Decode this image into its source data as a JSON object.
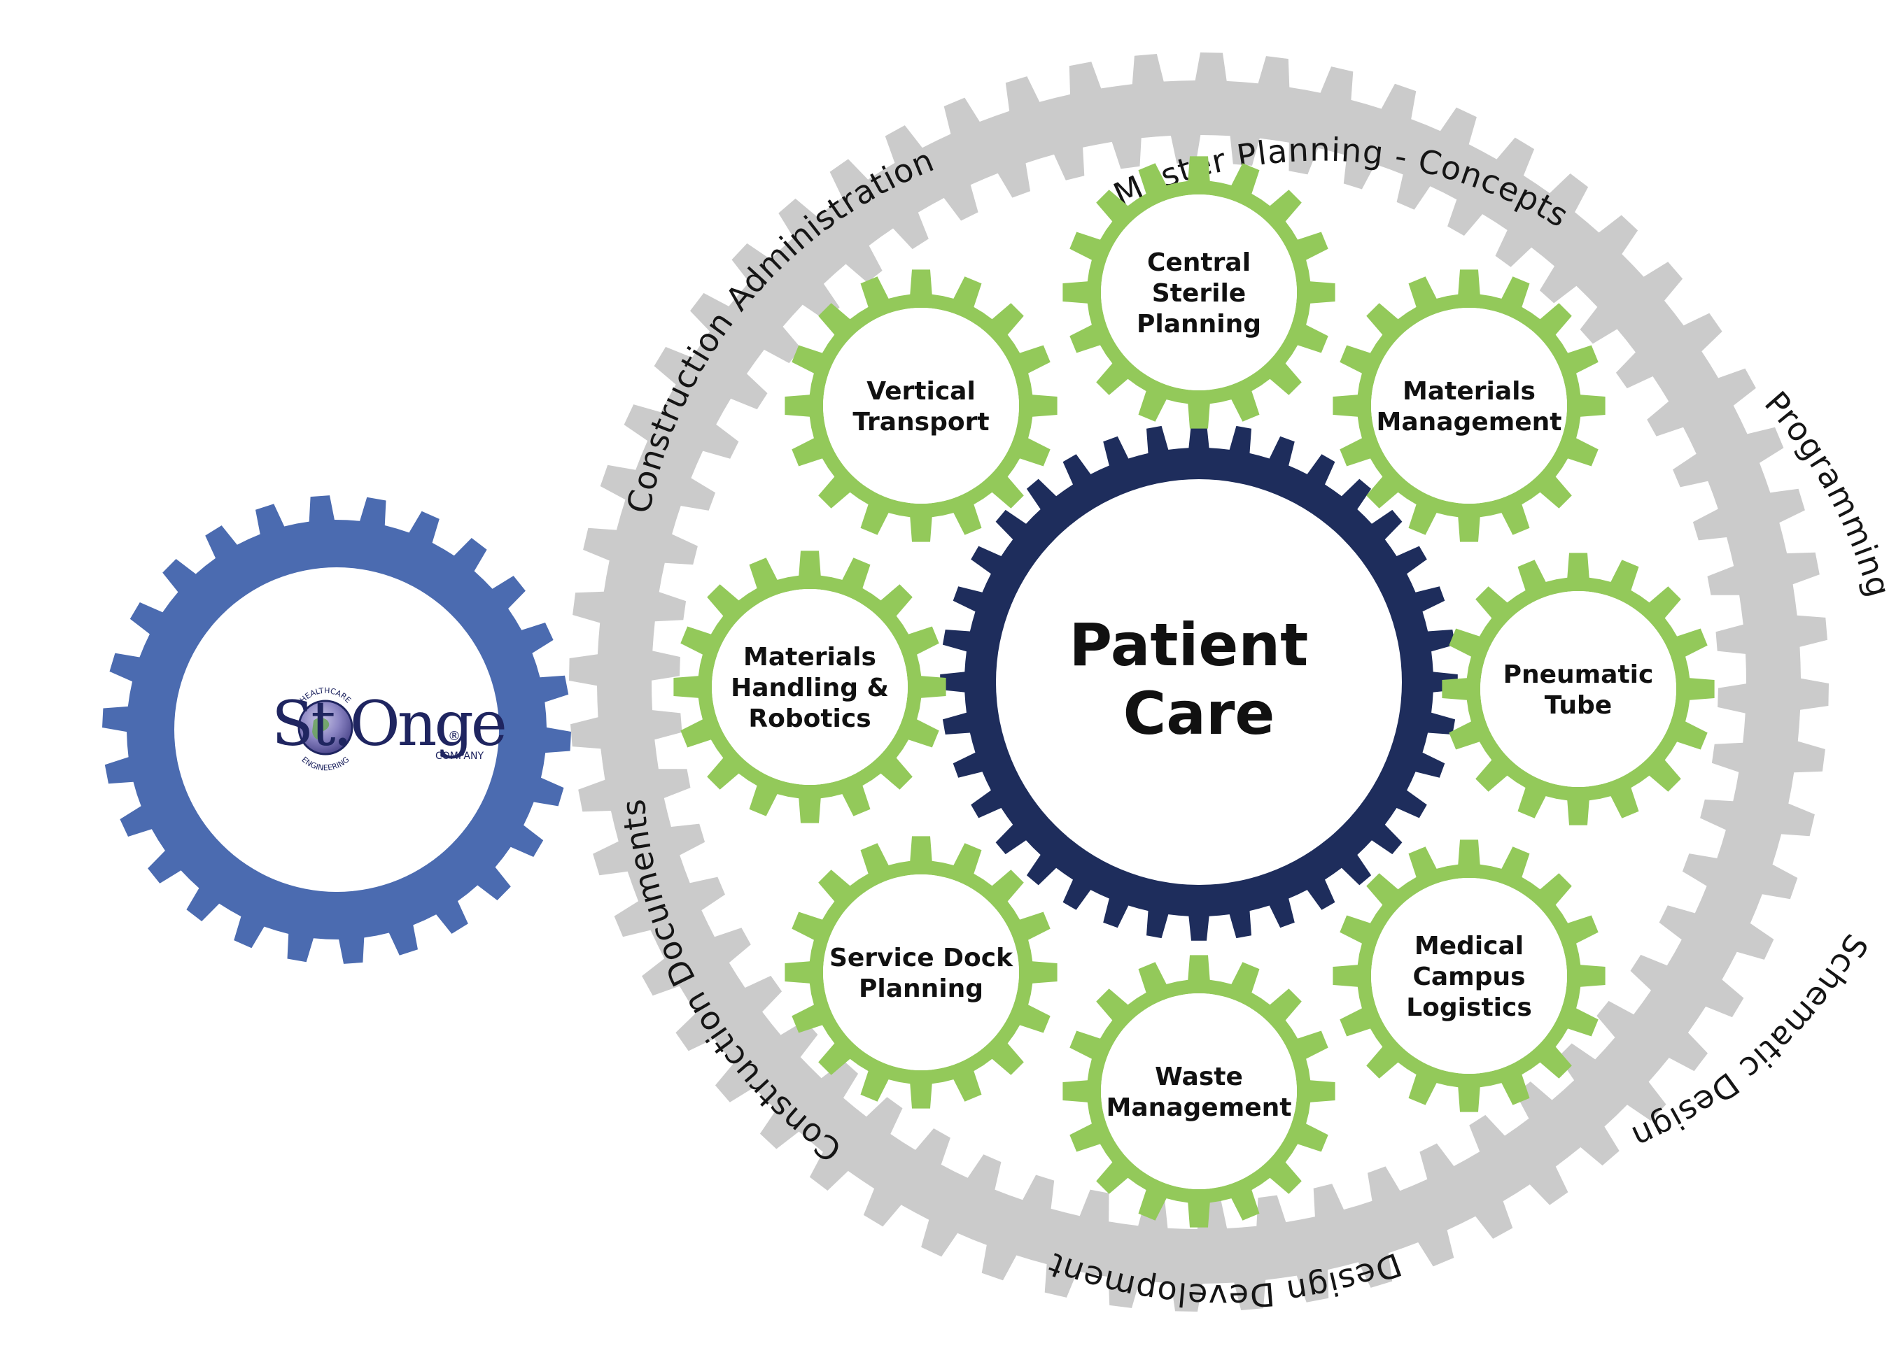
{
  "colors": {
    "outer_ring": "#cbcbcb",
    "service_gear": "#93c95a",
    "center_gear": "#1e2d5c",
    "brand_gear": "#4b6bb0",
    "text": "#111111",
    "logo": "#1f2560"
  },
  "center": {
    "line1": "Patient",
    "line2": "Care"
  },
  "services": [
    {
      "id": "central-sterile",
      "lines": [
        "Central",
        "Sterile",
        "Planning"
      ]
    },
    {
      "id": "materials-management",
      "lines": [
        "Materials",
        "Management"
      ]
    },
    {
      "id": "pneumatic-tube",
      "lines": [
        "Pneumatic",
        "Tube"
      ]
    },
    {
      "id": "medical-campus",
      "lines": [
        "Medical",
        "Campus",
        "Logistics"
      ]
    },
    {
      "id": "waste-management",
      "lines": [
        "Waste",
        "Management"
      ]
    },
    {
      "id": "service-dock",
      "lines": [
        "Service Dock",
        "Planning"
      ]
    },
    {
      "id": "materials-handling",
      "lines": [
        "Materials",
        "Handling &",
        "Robotics"
      ]
    },
    {
      "id": "vertical-transport",
      "lines": [
        "Vertical",
        "Transport"
      ]
    }
  ],
  "phases": [
    {
      "id": "master-planning",
      "label": "Master Planning - Concepts"
    },
    {
      "id": "programming",
      "label": "Programming"
    },
    {
      "id": "schematic-design",
      "label": "Schematic Design"
    },
    {
      "id": "design-development",
      "label": "Design Development"
    },
    {
      "id": "construction-documents",
      "label": "Construction Documents"
    },
    {
      "id": "construction-administration",
      "label": "Construction Administration"
    }
  ],
  "logo": {
    "wordmark": "St.Onge",
    "arc_top": "HEALTHCARE",
    "arc_bottom": "ENGINEERING",
    "suffix": "COMPANY",
    "registered": "®"
  }
}
